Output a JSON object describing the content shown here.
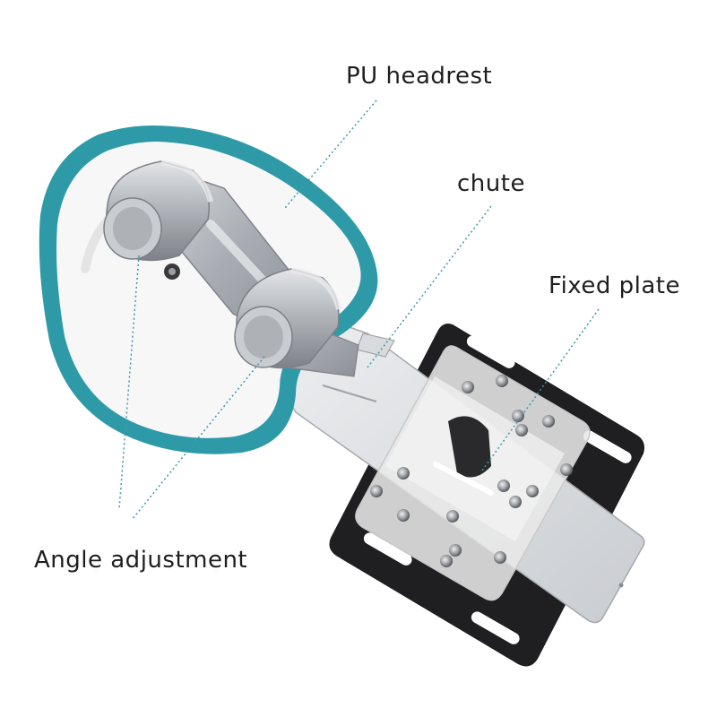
{
  "labels": {
    "pu_headrest": "PU headrest",
    "chute": "chute",
    "fixed_plate": "Fixed plate",
    "angle_adjustment": "Angle adjustment"
  },
  "colors": {
    "background": "#ffffff",
    "rim_teal": "#2e9aa8",
    "cushion": "#f7f7f7",
    "metal": "#b9bcc1",
    "plate_black": "#1f1f21",
    "translucent_bracket": "#e6e6e6",
    "leader_line": "#3a9aa8",
    "label_text": "#1e1e1e"
  }
}
